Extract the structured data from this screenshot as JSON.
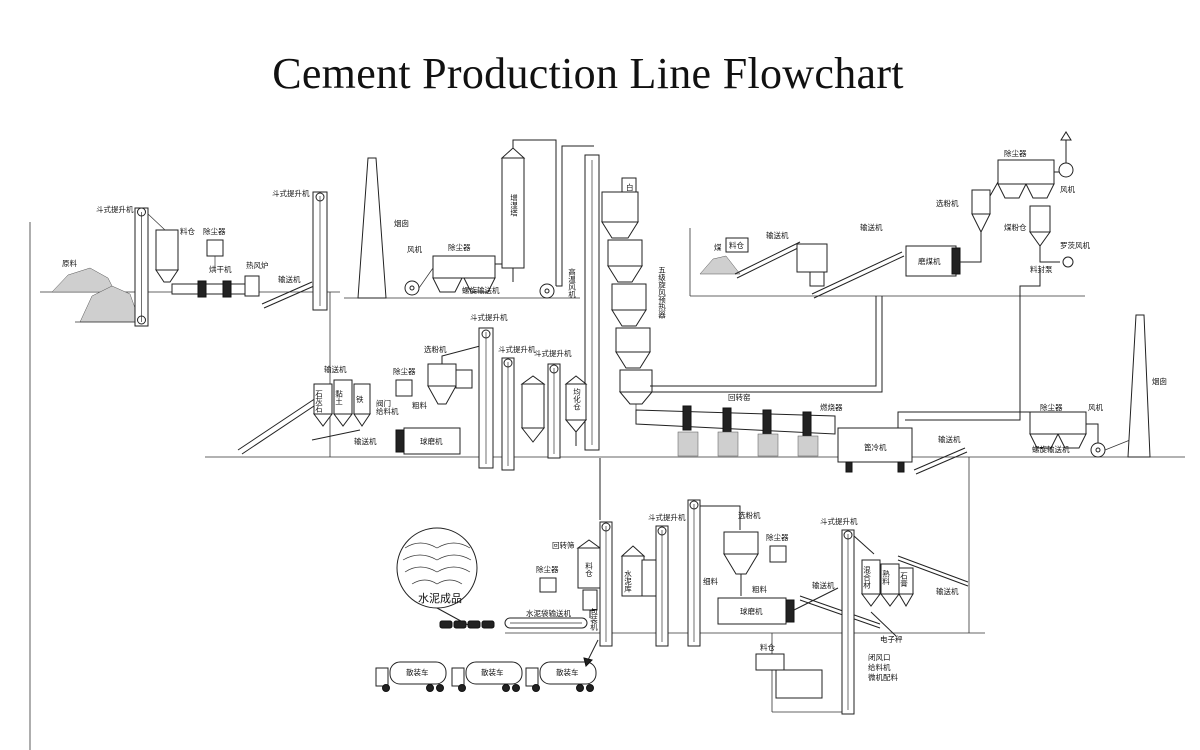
{
  "title": "Cement Production Line Flowchart",
  "labels": {
    "raw_material": "原料",
    "bucket_elevator": "斗式提升机",
    "silo": "料仓",
    "dust_collector": "除尘器",
    "dryer": "烘干机",
    "hot_furnace": "热风炉",
    "conveyor": "输送机",
    "chimney": "烟囱",
    "fan": "风机",
    "screw_conveyor": "螺旋输送机",
    "humidifier_tower": "增湿塔",
    "high_temp_fan": "高温风机",
    "preheater": "五级旋风预热器",
    "preheater_top": "白",
    "rotary_kiln": "回转窑",
    "burner": "燃烧器",
    "cooler": "篦冷机",
    "coal": "煤",
    "coal_mill": "磨煤机",
    "powder_separator": "选粉机",
    "coal_powder_bin": "煤粉仓",
    "roots_blower": "罗茨风机",
    "feed_pump": "料封泵",
    "limestone": "石灰石",
    "clay": "黏土",
    "iron": "铁",
    "valve_feeder": "阀门给料机",
    "coarse_material": "粗料",
    "ball_mill": "球磨机",
    "homogenizing_silo": "均化仓",
    "finished_cement": "水泥成品",
    "cement_bag_conveyor": "水泥袋输送机",
    "packing_machine": "包装机",
    "bulk_truck": "散装车",
    "rotary_screen": "回转筛",
    "cement_silo": "水泥库",
    "fine_material": "细料",
    "clinker": "熟料",
    "gypsum": "石膏",
    "mixing_material": "混合材",
    "electronic_scale": "电子秤",
    "batching_note": "闭风口\n给料机\n微机配料"
  },
  "icons": [
    "stack-icon",
    "cyclone-icon",
    "truck-icon",
    "fan-icon",
    "arrow-up-icon"
  ]
}
